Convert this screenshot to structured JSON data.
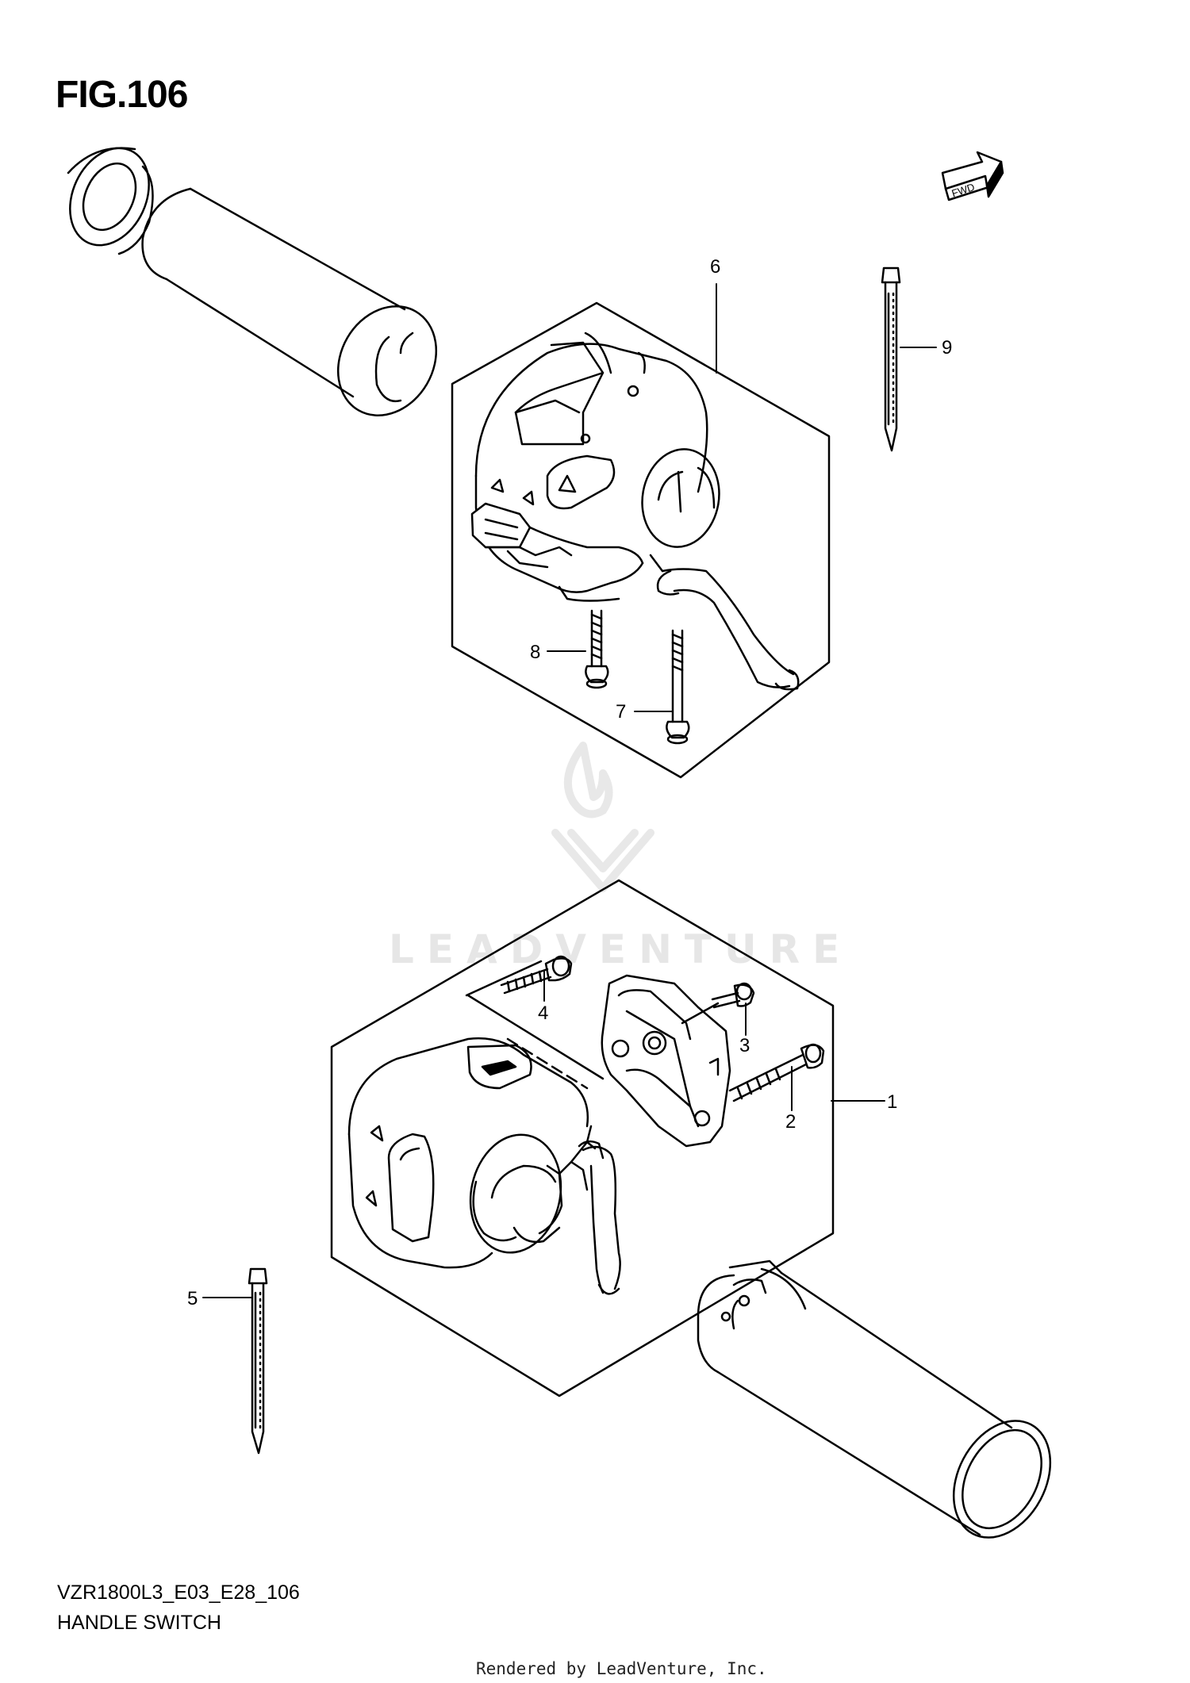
{
  "figure": {
    "title": "FIG.106",
    "model_code": "VZR1800L3_E03_E28_106",
    "name": "HANDLE SWITCH",
    "fwd_label": "FWD"
  },
  "watermark": {
    "text": "LEADVENTURE"
  },
  "credit": "Rendered by LeadVenture, Inc.",
  "callouts": [
    "1",
    "2",
    "3",
    "4",
    "5",
    "6",
    "7",
    "8",
    "9"
  ],
  "parts": [
    {
      "ref": "1",
      "name": "left-handle-switch-assembly"
    },
    {
      "ref": "2",
      "name": "long-screw"
    },
    {
      "ref": "3",
      "name": "short-screw"
    },
    {
      "ref": "4",
      "name": "screw"
    },
    {
      "ref": "5",
      "name": "cable-tie"
    },
    {
      "ref": "6",
      "name": "right-handle-switch-assembly"
    },
    {
      "ref": "7",
      "name": "long-screw"
    },
    {
      "ref": "8",
      "name": "screw"
    },
    {
      "ref": "9",
      "name": "cable-tie"
    }
  ]
}
